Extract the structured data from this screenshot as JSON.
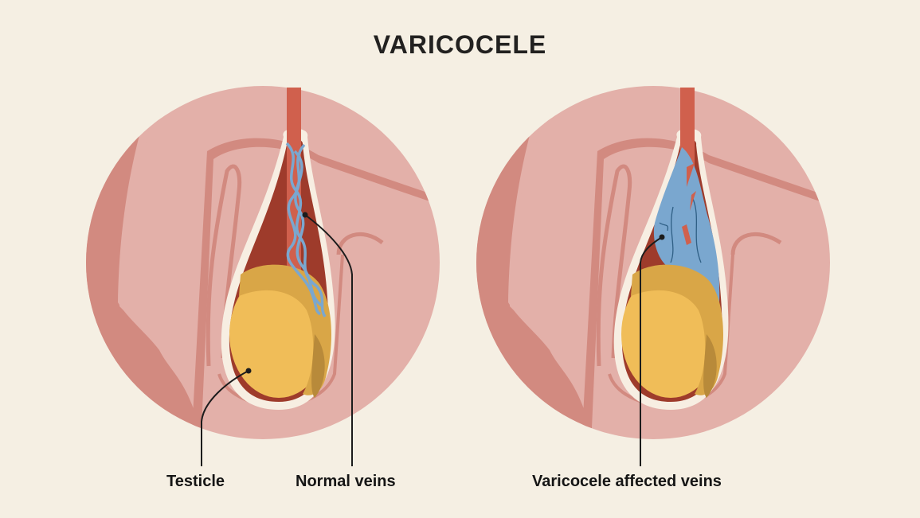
{
  "title": "VARICOCELE",
  "panels": [
    {
      "id": "normal",
      "labels": [
        {
          "text": "Testicle",
          "target": "testicle"
        },
        {
          "text": "Normal veins",
          "target": "normal-veins"
        }
      ]
    },
    {
      "id": "varicocele",
      "labels": [
        {
          "text": "Varicocele affected veins",
          "target": "affected-veins"
        }
      ]
    }
  ],
  "colors": {
    "background": "#f5efe3",
    "skin_light": "#e3b0a9",
    "skin_dark": "#d28a80",
    "scrotum_wall": "#f7eee2",
    "cavity": "#9e3b2b",
    "vas_deferens": "#d0604d",
    "testicle": "#f0bd58",
    "epididymis": "#d9a647",
    "epididymis_shadow": "#b88a3a",
    "veins": "#7aa7cf",
    "vein_outline": "#2f5f85",
    "leader_line": "#1c1c1c",
    "text": "#151515"
  }
}
